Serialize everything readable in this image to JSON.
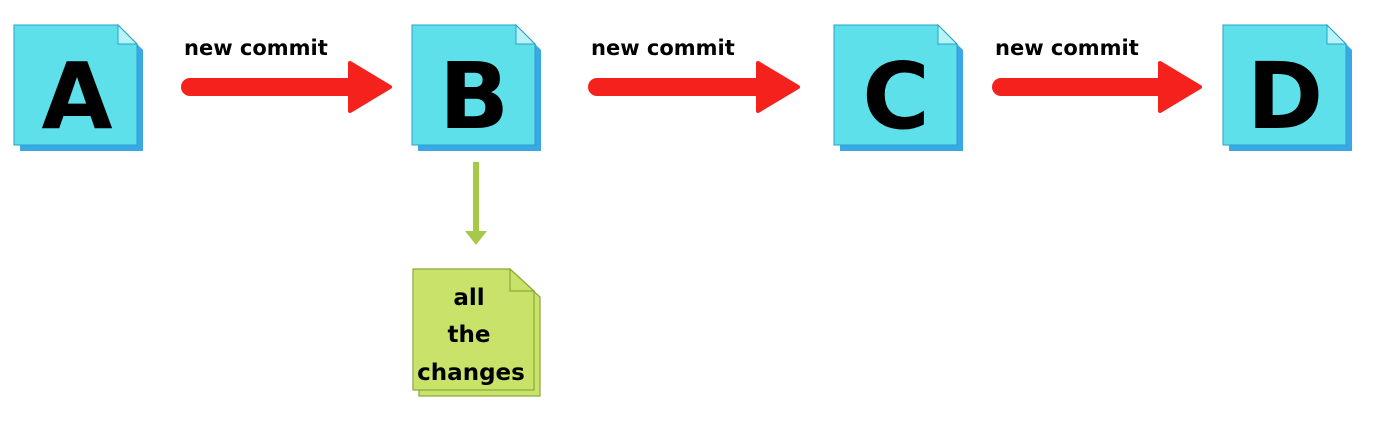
{
  "commits": [
    {
      "id": "commit-a",
      "label": "A"
    },
    {
      "id": "commit-b",
      "label": "B"
    },
    {
      "id": "commit-c",
      "label": "C"
    },
    {
      "id": "commit-d",
      "label": "D"
    }
  ],
  "edges": [
    {
      "label": "new commit"
    },
    {
      "label": "new commit"
    },
    {
      "label": "new commit"
    }
  ],
  "note": {
    "lines": [
      "all",
      "the",
      "changes"
    ]
  },
  "colors": {
    "commit_fill": "#5ee0ea",
    "commit_shadow": "#3aa7e6",
    "commit_fold": "#b8f3f7",
    "commit_stroke": "#2aa0c8",
    "arrow": "#f5211c",
    "note_fill": "#c9e36a",
    "note_stroke": "#8aa839",
    "note_arrow": "#a6c94a"
  }
}
